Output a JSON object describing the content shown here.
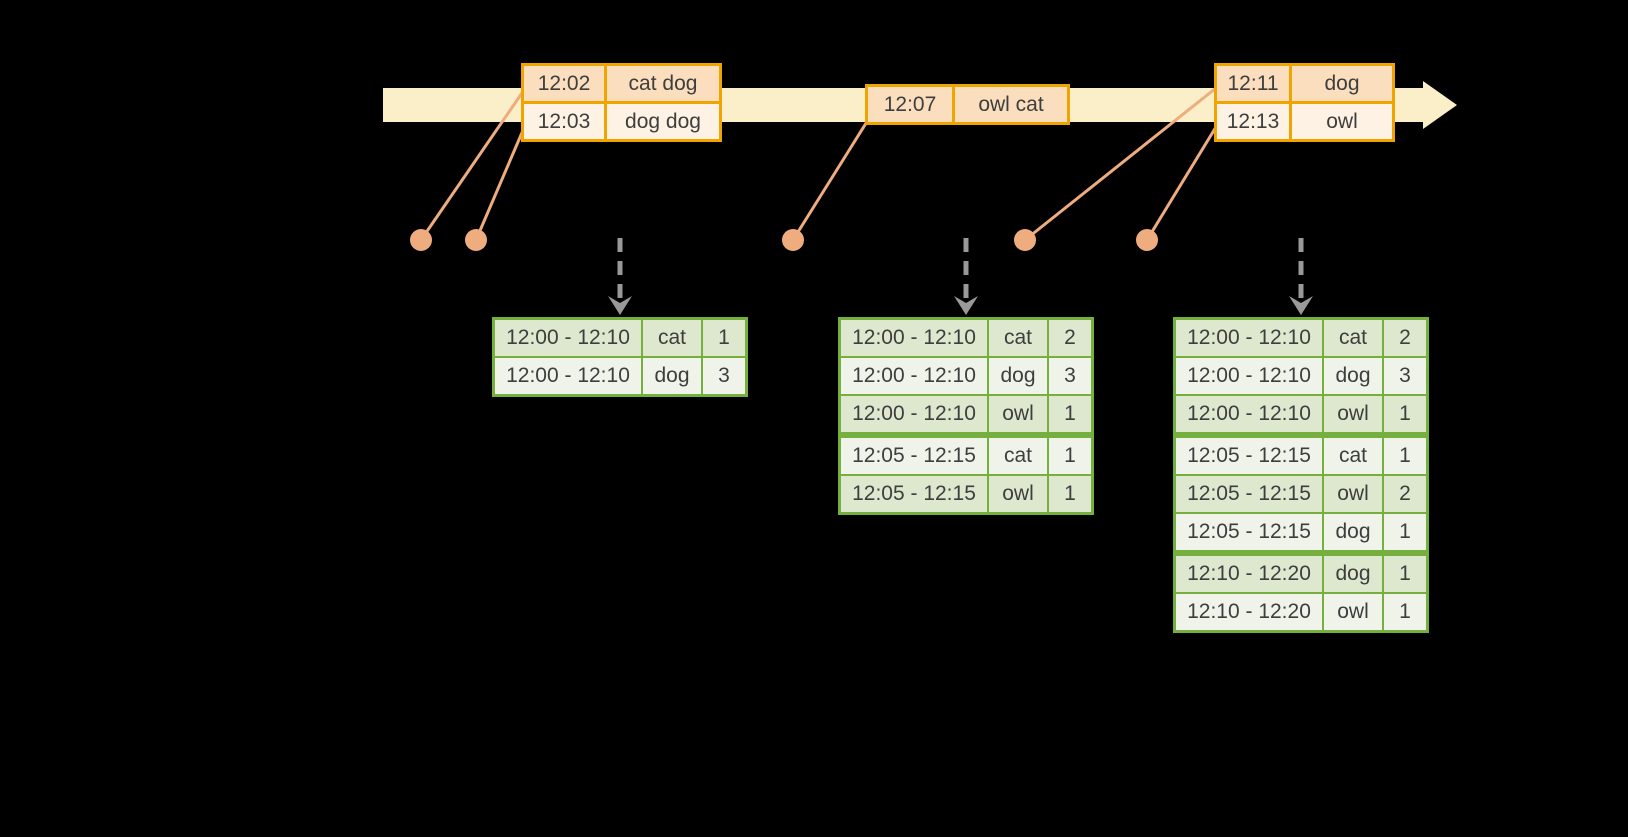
{
  "colors": {
    "background": "#000000",
    "timeline_fill": "#FBEFC9",
    "event_border": "#F0A400",
    "event_row_odd_fill": "#FADEBD",
    "event_row_even_fill": "#FDF2E3",
    "connector": "#EFAC7E",
    "result_border": "#75B03E",
    "result_row_odd_fill": "#DDE8CF",
    "result_row_even_fill": "#EFF3EA",
    "arrow_gray": "#999999",
    "text": "#3E3E3E"
  },
  "icons": {
    "timeline_head": "right-arrow",
    "trigger_arrow": "dashed-down-arrow",
    "event_marker": "dot"
  },
  "event_tables": [
    {
      "rows": [
        {
          "time": "12:02",
          "words": "cat dog"
        },
        {
          "time": "12:03",
          "words": "dog dog"
        }
      ]
    },
    {
      "rows": [
        {
          "time": "12:07",
          "words": "owl cat"
        }
      ]
    },
    {
      "rows": [
        {
          "time": "12:11",
          "words": "dog"
        },
        {
          "time": "12:13",
          "words": "owl"
        }
      ]
    }
  ],
  "result_tables": [
    {
      "rows": [
        {
          "window": "12:00 - 12:10",
          "word": "cat",
          "count": "1"
        },
        {
          "window": "12:00 - 12:10",
          "word": "dog",
          "count": "3"
        }
      ]
    },
    {
      "rows": [
        {
          "window": "12:00 - 12:10",
          "word": "cat",
          "count": "2"
        },
        {
          "window": "12:00 - 12:10",
          "word": "dog",
          "count": "3"
        },
        {
          "window": "12:00 - 12:10",
          "word": "owl",
          "count": "1"
        },
        {
          "window": "12:05 - 12:15",
          "word": "cat",
          "count": "1",
          "group_start": true
        },
        {
          "window": "12:05 - 12:15",
          "word": "owl",
          "count": "1"
        }
      ]
    },
    {
      "rows": [
        {
          "window": "12:00 - 12:10",
          "word": "cat",
          "count": "2"
        },
        {
          "window": "12:00 - 12:10",
          "word": "dog",
          "count": "3"
        },
        {
          "window": "12:00 - 12:10",
          "word": "owl",
          "count": "1"
        },
        {
          "window": "12:05 - 12:15",
          "word": "cat",
          "count": "1",
          "group_start": true
        },
        {
          "window": "12:05 - 12:15",
          "word": "owl",
          "count": "2"
        },
        {
          "window": "12:05 - 12:15",
          "word": "dog",
          "count": "1"
        },
        {
          "window": "12:10 - 12:20",
          "word": "dog",
          "count": "1",
          "group_start": true
        },
        {
          "window": "12:10 - 12:20",
          "word": "owl",
          "count": "1"
        }
      ]
    }
  ]
}
